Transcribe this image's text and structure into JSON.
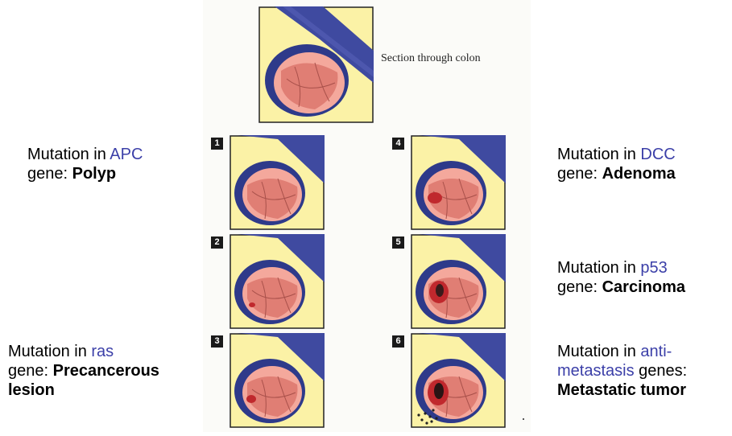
{
  "section_caption": "Section through colon",
  "steps": [
    {
      "number": "1",
      "prefix": "Mutation in ",
      "gene": "APC",
      "mid": "gene: ",
      "result": "Polyp"
    },
    {
      "number": "2"
    },
    {
      "number": "3",
      "prefix": "Mutation in ",
      "gene": "ras",
      "mid": "gene: ",
      "result_a": "Precancerous",
      "result_b": "lesion"
    },
    {
      "number": "4",
      "prefix": "Mutation in ",
      "gene": "DCC",
      "mid": "gene: ",
      "result": "Adenoma"
    },
    {
      "number": "5",
      "prefix": "Mutation in ",
      "gene": "p53",
      "mid": "gene: ",
      "result": "Carcinoma"
    },
    {
      "number": "6",
      "prefix": "Mutation in ",
      "gene_a": "anti-",
      "gene_b": "metastasis",
      "mid": " genes:",
      "result": "Metastatic tumor"
    }
  ],
  "colors": {
    "panel_bg": "#fbf2a6",
    "colon_outer": "#3f4aa0",
    "colon_inner": "#e88a80",
    "lesion": "#c0282d"
  }
}
